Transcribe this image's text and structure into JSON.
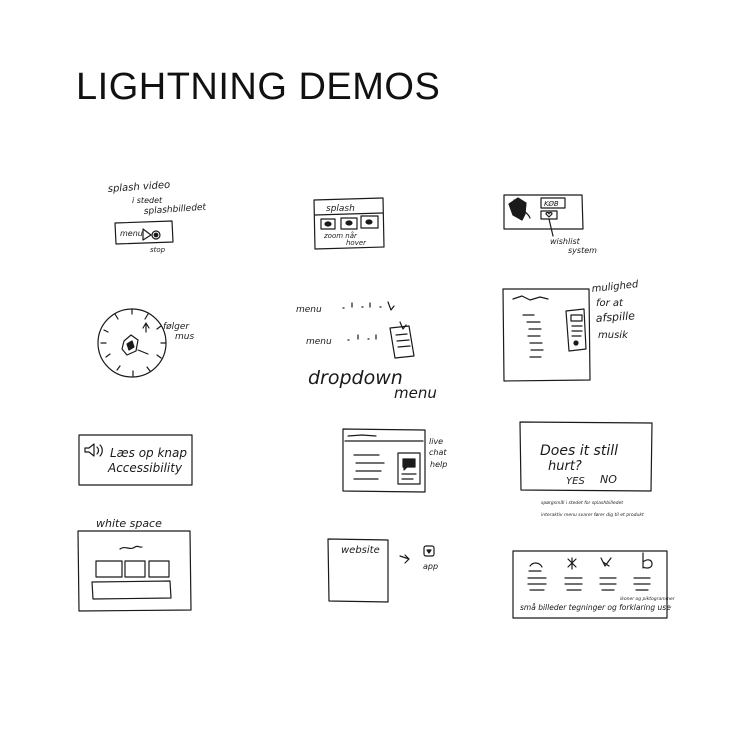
{
  "title": "LIGHTNING DEMOS",
  "sketches": {
    "s1": {
      "line1": "splash video",
      "line2": "i stedet",
      "line3": "splashbilledet",
      "box": "menu",
      "bottom": "stop"
    },
    "s2": {
      "header": "splash",
      "caption1": "zoom når",
      "caption2": "hover"
    },
    "s3": {
      "box": "KØB",
      "caption1": "wishlist",
      "caption2": "system"
    },
    "s4": {
      "caption1": "følger",
      "caption2": "mus"
    },
    "s5": {
      "menu1": "menu",
      "menu2": "menu",
      "caption1": "dropdown",
      "caption2": "menu"
    },
    "s6": {
      "caption1": "mulighed",
      "caption2": "for at",
      "caption3": "afspille",
      "caption4": "musik"
    },
    "s7": {
      "line1": "Læs op knap",
      "line2": "Accessibility"
    },
    "s8": {
      "caption1": "live",
      "caption2": "chat",
      "caption3": "help"
    },
    "s9": {
      "line1": "Does it still",
      "line2": "hurt?",
      "yes": "YES",
      "no": "NO",
      "note1": "spørgsmål i stedet for splashbilledet",
      "note2": "interaktiv menu svarer fører dig til et produkt"
    },
    "s10": {
      "caption": "white space"
    },
    "s11": {
      "box": "website",
      "app": "app"
    },
    "s12": {
      "note": "ikoner og piktogrammer",
      "caption": "små billeder tegninger og forklaring use"
    }
  }
}
